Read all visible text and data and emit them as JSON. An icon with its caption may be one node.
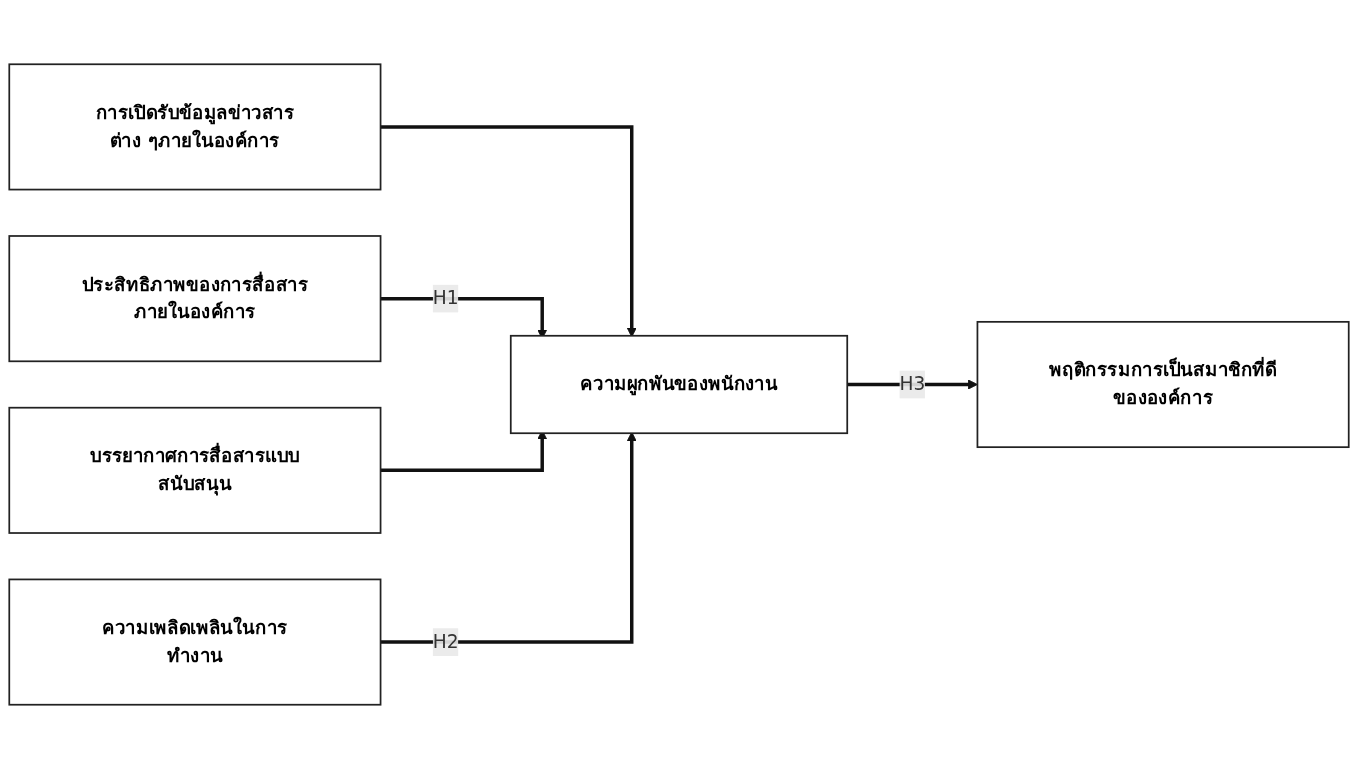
{
  "diagram": {
    "nodes": [
      {
        "text": [
          "การเปิดรับข้อมูลข่าวสารต่าง ๆภายในองค์การ"
        ]
      },
      {
        "text": [
          "ประสิทธิภาพของการสื่อสารภายในองค์การ"
        ]
      },
      {
        "text": [
          "บรรยากาศการสื่อสารแบบสนับสนุน"
        ]
      },
      {
        "text": [
          "ความเพลิดเพลินในการทำงาน"
        ]
      },
      {
        "text": [
          "ความผูกพันของพนักงาน"
        ]
      },
      {
        "text": [
          "พฤติกรรมการเป็นสมาชิกที่ดีขององค์การ"
        ]
      }
    ],
    "edges": [
      {
        "from": 0,
        "to": 4,
        "arrow": "to"
      },
      {
        "from": 1,
        "to": 4,
        "arrow": "to",
        "label": "H1"
      },
      {
        "from": 2,
        "to": 4,
        "arrow": "to"
      },
      {
        "from": 3,
        "to": 4,
        "arrow": "to",
        "label": "H2"
      },
      {
        "from": 4,
        "to": 5,
        "arrow": "to",
        "label": "H3"
      }
    ]
  }
}
